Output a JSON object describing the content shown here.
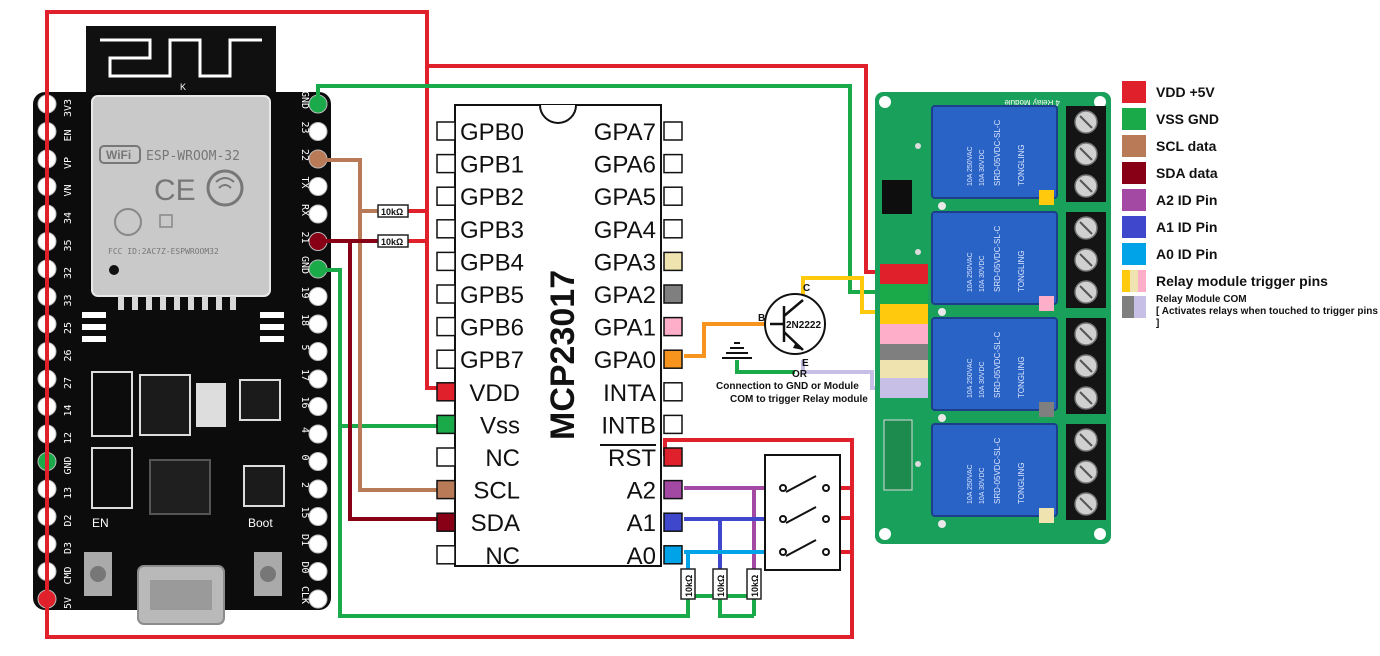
{
  "esp": {
    "module_name": "ESP-WROOM-32",
    "wifi_badge": "WiFi",
    "ce_mark": "CE",
    "fcc_id": "FCC ID:2AC7Z-ESPWROOM32",
    "antenna_mark": "K",
    "left_pins": [
      "3V3",
      "EN",
      "VP",
      "VN",
      "34",
      "35",
      "32",
      "33",
      "25",
      "26",
      "27",
      "14",
      "12",
      "GND",
      "13",
      "D2",
      "D3",
      "CMD",
      "5V"
    ],
    "right_pins": [
      "GND",
      "23",
      "22",
      "TX",
      "RX",
      "21",
      "GND",
      "19",
      "18",
      "5",
      "17",
      "16",
      "4",
      "0",
      "2",
      "15",
      "D1",
      "D0",
      "CLK"
    ],
    "en_label": "EN",
    "boot_label": "Boot"
  },
  "chip": {
    "name": "MCP23017",
    "left_pins": [
      "GPB0",
      "GPB1",
      "GPB2",
      "GPB3",
      "GPB4",
      "GPB5",
      "GPB6",
      "GPB7",
      "VDD",
      "Vss",
      "NC",
      "SCL",
      "SDA",
      "NC"
    ],
    "right_pins": [
      "GPA7",
      "GPA6",
      "GPA5",
      "GPA4",
      "GPA3",
      "GPA2",
      "GPA1",
      "GPA0",
      "INTA",
      "INTB",
      "RST",
      "A2",
      "A1",
      "A0"
    ]
  },
  "resistors": {
    "pullup_sda_label": "10kΩ",
    "pullup_scl_label": "10kΩ",
    "a2_label": "10kΩ",
    "a1_label": "10kΩ",
    "a0_label": "10kΩ"
  },
  "transistor": {
    "part": "2N2222",
    "base": "B",
    "collector": "C",
    "emitter": "E",
    "or_text": "OR",
    "note_line1": "Connection to GND or Module",
    "note_line2": "COM to trigger Relay module"
  },
  "relay_module": {
    "relay_text": "SRD-05VDC-SL-C",
    "brand": "TONGLING",
    "rating1": "10A 250VAC",
    "rating2": "10A 30VDC",
    "board_label": "4 Relay Module"
  },
  "legend": [
    {
      "label": "VDD +5V",
      "color": "#e0202a"
    },
    {
      "label": "VSS GND",
      "color": "#1aaa4a"
    },
    {
      "label": "SCL data",
      "color": "#b97a57"
    },
    {
      "label": "SDA data",
      "color": "#880015"
    },
    {
      "label": "A2 ID Pin",
      "color": "#a349a4"
    },
    {
      "label": "A1 ID Pin",
      "color": "#3f48cc"
    },
    {
      "label": "A0 ID Pin",
      "color": "#00a2e8"
    },
    {
      "label": "Relay module trigger pins",
      "colors": [
        "#ffc90e",
        "#efe4b0",
        "#ffaec9"
      ]
    },
    {
      "label": "Relay Module COM",
      "note": "[ Activates relays when touched to trigger pins ]",
      "colors": [
        "#7f7f7f",
        "#c8bfe7"
      ]
    }
  ]
}
